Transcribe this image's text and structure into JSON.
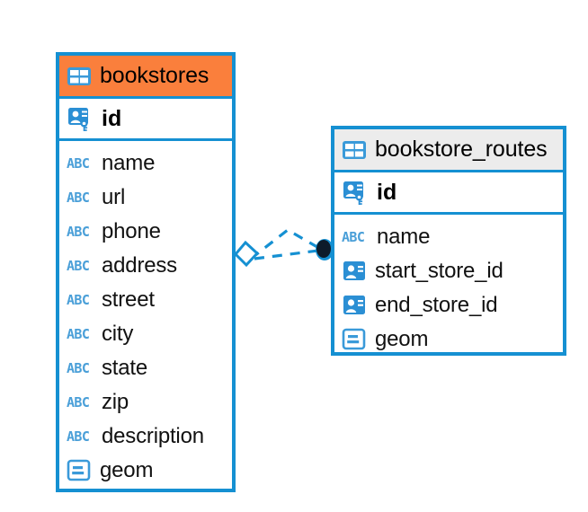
{
  "diagram": {
    "type": "entity-relationship-diagram",
    "background": "#ffffff",
    "accent_blue": "#1590d2",
    "accent_orange": "#fa7f3c",
    "accent_gray": "#ececec",
    "icon_blue": "#4a9fd8",
    "connector_dark": "#0d1b2a"
  },
  "tables": [
    {
      "name": "bookstores",
      "header_style": "accent-orange",
      "table_icon": "table-icon",
      "primary_key": {
        "label": "id",
        "icon": "primary-key-icon"
      },
      "fields": [
        {
          "label": "name",
          "icon": "abc-text-icon",
          "type": "text"
        },
        {
          "label": "url",
          "icon": "abc-text-icon",
          "type": "text"
        },
        {
          "label": "phone",
          "icon": "abc-text-icon",
          "type": "text"
        },
        {
          "label": "address",
          "icon": "abc-text-icon",
          "type": "text"
        },
        {
          "label": "street",
          "icon": "abc-text-icon",
          "type": "text"
        },
        {
          "label": "city",
          "icon": "abc-text-icon",
          "type": "text"
        },
        {
          "label": "state",
          "icon": "abc-text-icon",
          "type": "text"
        },
        {
          "label": "zip",
          "icon": "abc-text-icon",
          "type": "text"
        },
        {
          "label": "description",
          "icon": "abc-text-icon",
          "type": "text"
        },
        {
          "label": "geom",
          "icon": "geometry-icon",
          "type": "geometry"
        }
      ]
    },
    {
      "name": "bookstore_routes",
      "header_style": "accent-gray",
      "table_icon": "table-icon",
      "primary_key": {
        "label": "id",
        "icon": "primary-key-icon"
      },
      "fields": [
        {
          "label": "name",
          "icon": "abc-text-icon",
          "type": "text"
        },
        {
          "label": "start_store_id",
          "icon": "foreign-key-icon",
          "type": "reference"
        },
        {
          "label": "end_store_id",
          "icon": "foreign-key-icon",
          "type": "reference"
        },
        {
          "label": "geom",
          "icon": "geometry-icon",
          "type": "geometry"
        }
      ]
    }
  ],
  "relationship": {
    "from_table": "bookstores",
    "to_table": "bookstore_routes",
    "line_style": "dashed",
    "line_color": "#1590d2",
    "source_marker": "diamond-marker",
    "target_marker": "filled-circle-marker"
  },
  "abc_icon_text": "ABC"
}
